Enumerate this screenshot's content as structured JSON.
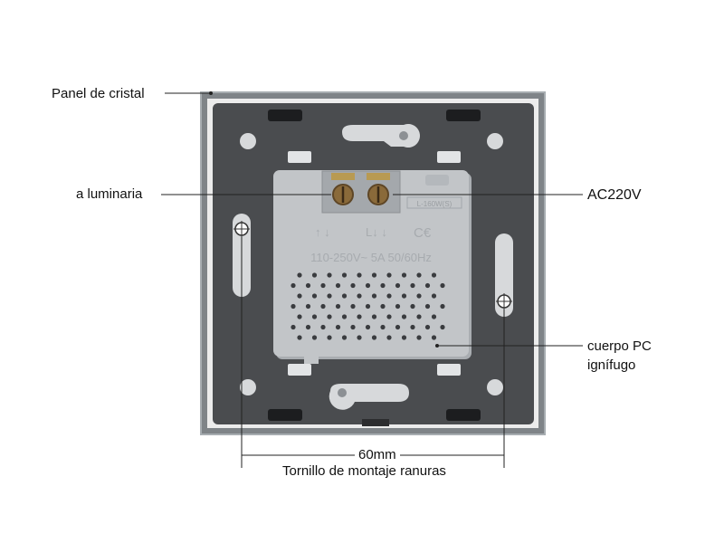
{
  "labels": {
    "glass_panel": "Panel de cristal",
    "to_light": "a luminaria",
    "ac": "AC220V",
    "pc_body_line1": "cuerpo PC",
    "pc_body_line2": "ignífugo",
    "dimension": "60mm",
    "dimension_caption": "Tornillo de montaje ranuras"
  },
  "module_print": {
    "arrows_left": "↑ ↓",
    "arrows_right": "L↓ ↓",
    "certification": "C€",
    "rating": "110-250V~ 5A 50/60Hz",
    "badge": "L-160W(S)"
  },
  "colors": {
    "frame": "#7f8488",
    "frame_edge": "#a7adb1",
    "glass": "#ececec",
    "plate": "#4a4c4f",
    "module": "#c2c5c8",
    "module_shadow": "#a9adb1",
    "leader": "#222222"
  }
}
